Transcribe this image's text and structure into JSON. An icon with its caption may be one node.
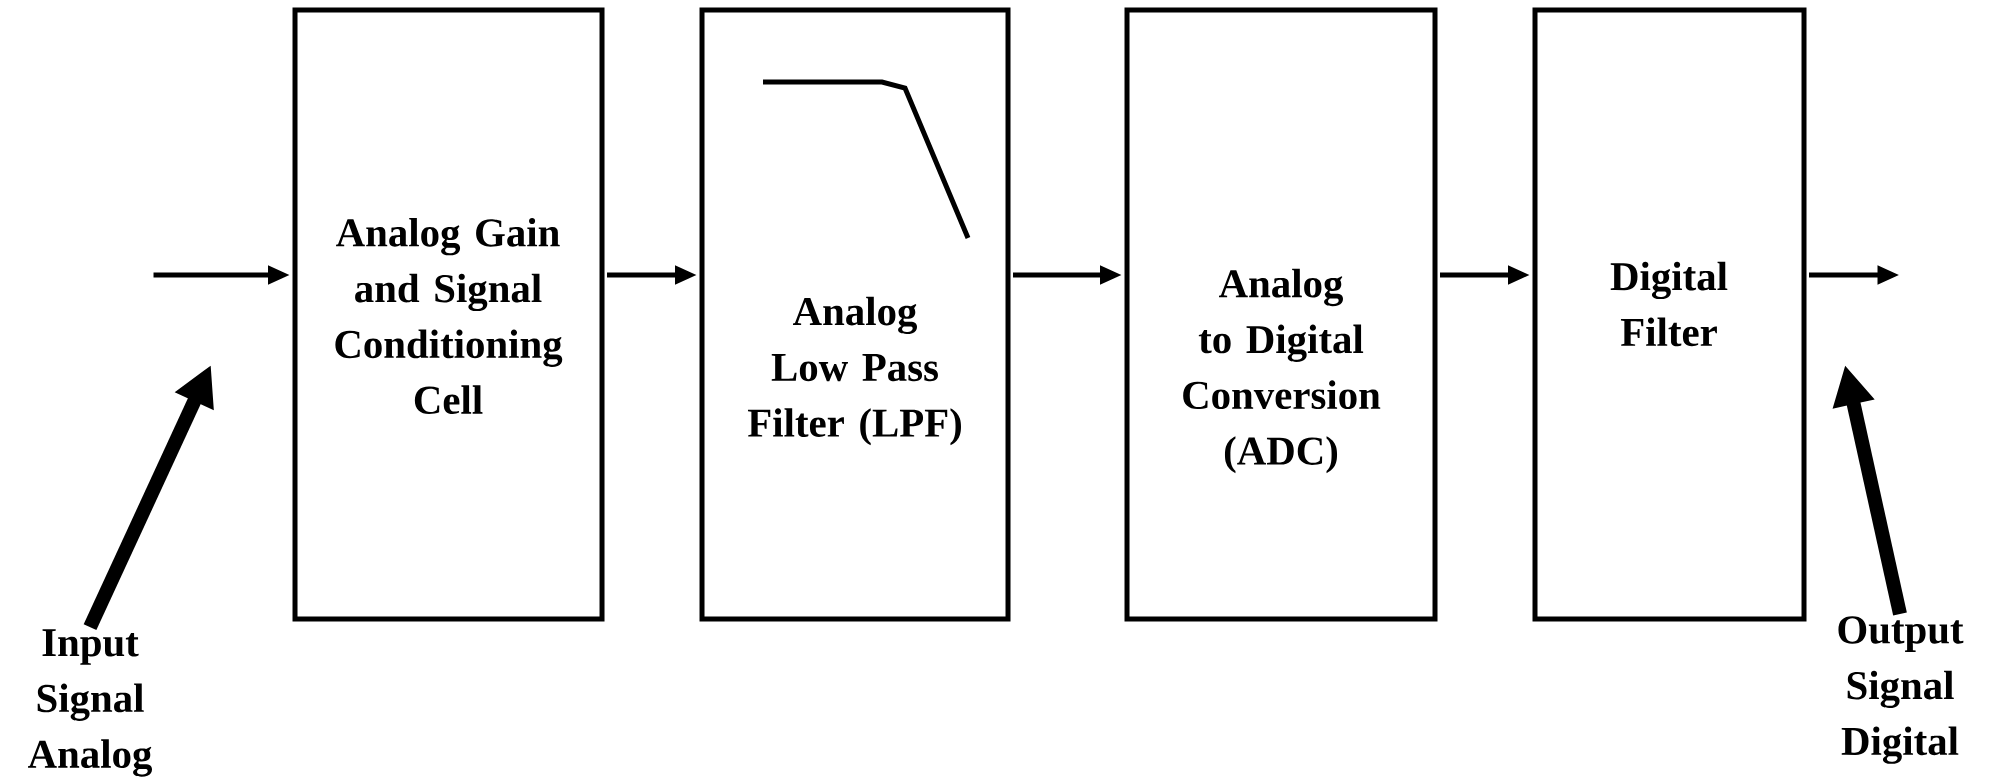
{
  "diagram": {
    "nodes": [
      {
        "text": [
          "Input Signal Analog"
        ]
      },
      {
        "text": [
          "Analog Gain and Signal Conditioning Cell"
        ]
      },
      {
        "text": [
          "Analog Low Pass Filter (LPF)"
        ]
      },
      {
        "text": [
          "Analog to Digital Conversion (ADC)"
        ]
      },
      {
        "text": [
          "Digital Filter"
        ]
      },
      {
        "text": [
          "Output Signal Digital"
        ]
      }
    ],
    "edges": [
      {
        "from": null,
        "to": 1,
        "arrow": "to"
      },
      {
        "from": 1,
        "to": 2,
        "arrow": "to"
      },
      {
        "from": 2,
        "to": 3,
        "arrow": "to"
      },
      {
        "from": 3,
        "to": 4,
        "arrow": "to"
      },
      {
        "from": 4,
        "to": null,
        "arrow": "to"
      },
      {
        "from": 0,
        "to": null,
        "arrow": "to",
        "style": "thick"
      },
      {
        "from": 5,
        "to": null,
        "arrow": "to",
        "style": "thick"
      }
    ]
  }
}
